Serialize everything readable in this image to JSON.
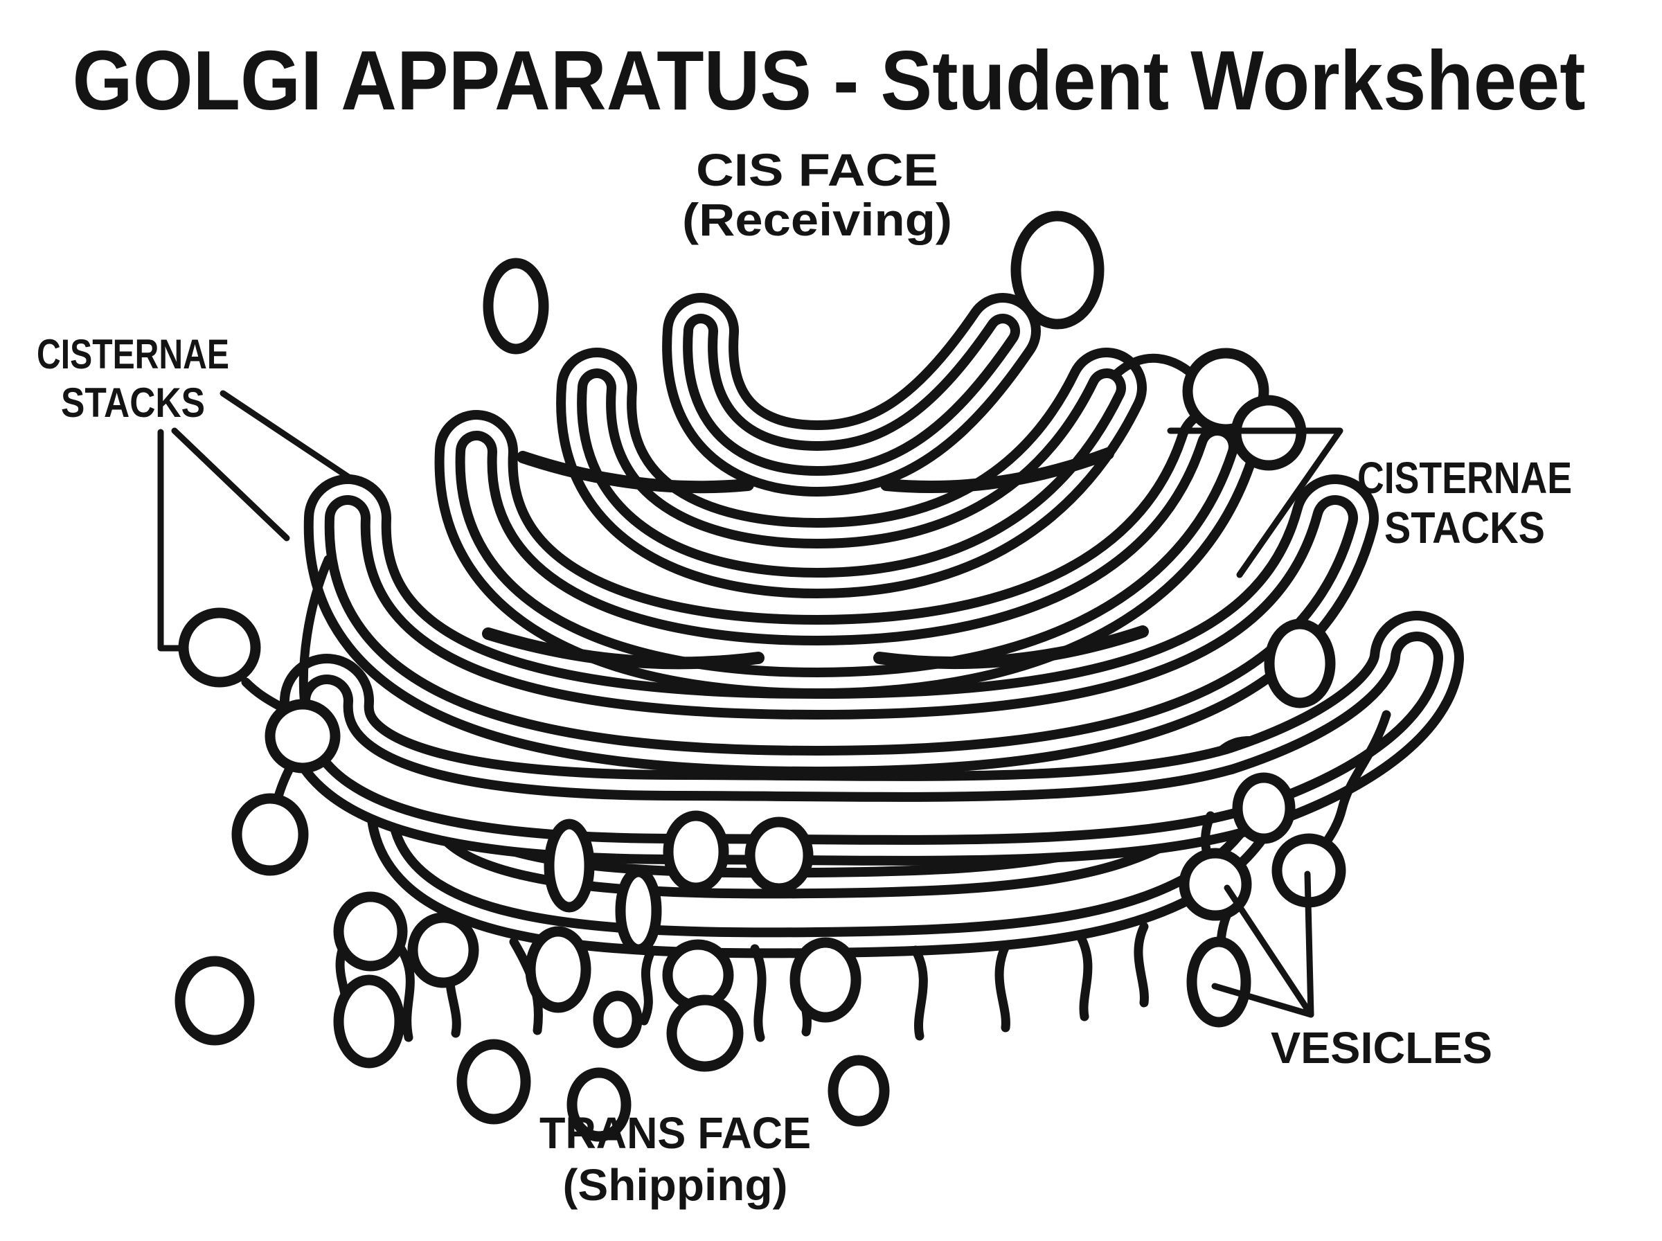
{
  "page": {
    "title": "GOLGI APPARATUS - Student Worksheet"
  },
  "labels": {
    "cis_face": {
      "title": "CIS FACE",
      "subtitle": "(Receiving)"
    },
    "cisternae_left": {
      "line1": "CISTERNAE",
      "line2": "STACKS"
    },
    "cisternae_right": {
      "line1": "CISTERNAE",
      "line2": "STACKS"
    },
    "vesicles": {
      "title": "VESICLES"
    },
    "trans_face": {
      "title": "TRANS FACE",
      "subtitle": "(Shipping)"
    }
  },
  "figure": {
    "ink_color": "#141414",
    "paper_color": "#ffffff",
    "cisternae_count": 6,
    "vesicle_count": 28,
    "structure": "cis face top, cisternae stacks middle, trans face bottom with budding vesicles"
  }
}
